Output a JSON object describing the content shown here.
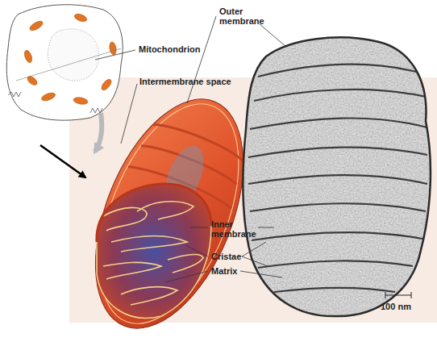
{
  "diagram": {
    "labels": [
      "Mitochondrion",
      "Intermembrane space",
      "Outer membrane",
      "Inner membrane",
      "Cristae",
      "Matrix",
      "100 nm"
    ]
  }
}
